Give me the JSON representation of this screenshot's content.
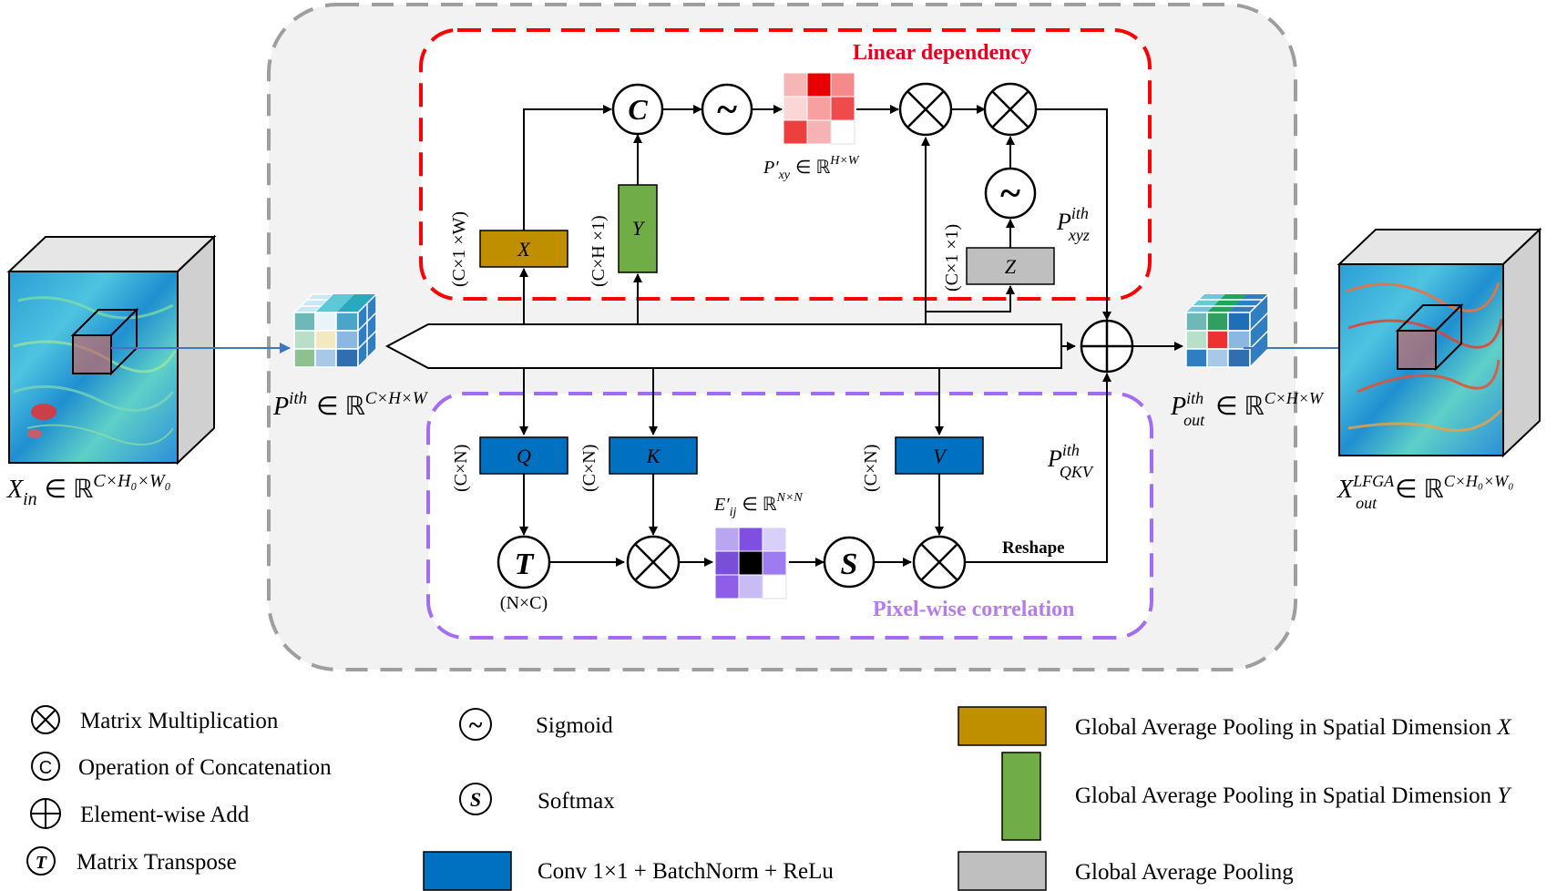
{
  "modules": {
    "linear_title": "Linear dependency",
    "pixel_title": "Pixel-wise correlation"
  },
  "blocks": {
    "x": "X",
    "y": "Y",
    "z": "Z",
    "q": "Q",
    "k": "K",
    "v": "V"
  },
  "dims": {
    "x": "(C×1 ×W)",
    "y": "(C×H ×1)",
    "z": "(C×1 ×1)",
    "q": "(C×N)",
    "k": "(C×N)",
    "v": "(C×N)",
    "t": "(N×C)"
  },
  "ops": {
    "concat": "C",
    "transpose": "T",
    "softmax": "S",
    "sigmoid": "~"
  },
  "labels": {
    "reshape": "Reshape",
    "x_in": "X",
    "x_in_sub": "in",
    "x_in_set": "∈ ℝ",
    "x_in_sup": "C×H₀×W₀",
    "p_ith": "P",
    "p_ith_sup": "ith",
    "p_ith_set": "∈ ℝ",
    "p_ith_dims": "C×H×W",
    "p_xy": "P′",
    "p_xy_sub": "xy",
    "p_xy_set": "∈ ℝ",
    "p_xy_sup": "H×W",
    "p_xyz": "P",
    "p_xyz_sup": "ith",
    "p_xyz_sub": "xyz",
    "p_qkv": "P",
    "p_qkv_sup": "ith",
    "p_qkv_sub": "QKV",
    "e_ij": "E′",
    "e_ij_sub": "ij",
    "e_ij_set": "∈ ℝ",
    "e_ij_sup": "N×N",
    "p_out": "P",
    "p_out_sup": "ith",
    "p_out_sub": "out",
    "p_out_set": "∈ ℝ",
    "p_out_dims": "C×H×W",
    "x_out": "X",
    "x_out_sup": "LFGA",
    "x_out_sub": "out",
    "x_out_set": "∈ ℝ",
    "x_out_dims": "C×H₀×W₀"
  },
  "legend": {
    "matmul": "Matrix Multiplication",
    "concat": "Operation of Concatenation",
    "add": "Element-wise Add",
    "transpose": "Matrix Transpose",
    "sigmoid": "Sigmoid",
    "softmax": "Softmax",
    "conv": "Conv 1×1 + BatchNorm + ReLu",
    "gap_x": "Global Average Pooling in Spatial Dimension",
    "gap_x_var": "X",
    "gap_y": "Global Average Pooling in Spatial Dimension",
    "gap_y_var": "Y",
    "gap": "Global Average Pooling"
  },
  "colors": {
    "gold": "#bf8f00",
    "green": "#70ad47",
    "gray": "#bfbfbf",
    "blue": "#0070c0",
    "red": "#ff0000",
    "purple": "#a46cf5"
  }
}
